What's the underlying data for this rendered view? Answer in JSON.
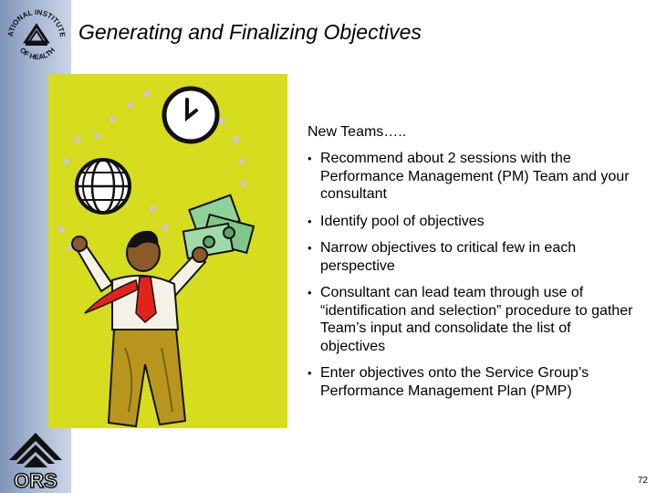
{
  "sidebar": {
    "top_logo_text": "NATIONAL INSTITUTES OF HEALTH",
    "bottom_logo_text": "ORS"
  },
  "slide": {
    "title": "Generating and Finalizing Objectives",
    "intro": "New Teams…..",
    "bullets": [
      "Recommend about 2 sessions with the Performance Management (PM) Team and your consultant",
      "Identify pool of objectives",
      "Narrow objectives to critical few in each perspective",
      "Consultant can lead team through use of “identification and selection” procedure to gather Team’s input and consolidate the list of objectives",
      "Enter objectives onto the Service Group’s Performance Management Plan (PMP)"
    ],
    "page_number": "72"
  },
  "colors": {
    "sidebar": "#9fb0cf",
    "clipart_background": "#d6dc1e",
    "accent_red": "#e2231a",
    "money_green": "#7fc68a"
  },
  "icons": {
    "clipart": "businessman-juggling-clock-globe-money",
    "top_logo": "nih-seal-icon",
    "bottom_logo": "ors-logo-icon"
  }
}
